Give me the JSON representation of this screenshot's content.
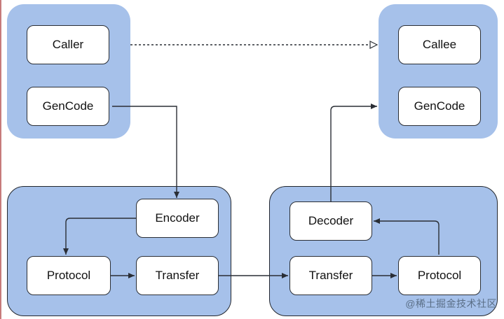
{
  "diagram": {
    "nodes": {
      "caller": "Caller",
      "gencode_left": "GenCode",
      "callee": "Callee",
      "gencode_right": "GenCode",
      "encoder": "Encoder",
      "protocol_left": "Protocol",
      "transfer_left": "Transfer",
      "decoder": "Decoder",
      "transfer_right": "Transfer",
      "protocol_right": "Protocol"
    },
    "watermark": "@稀土掘金技术社区"
  },
  "colors": {
    "group_fill": "#a6c1ea",
    "box_border": "#2a2e35",
    "line": "#2a2e35"
  }
}
